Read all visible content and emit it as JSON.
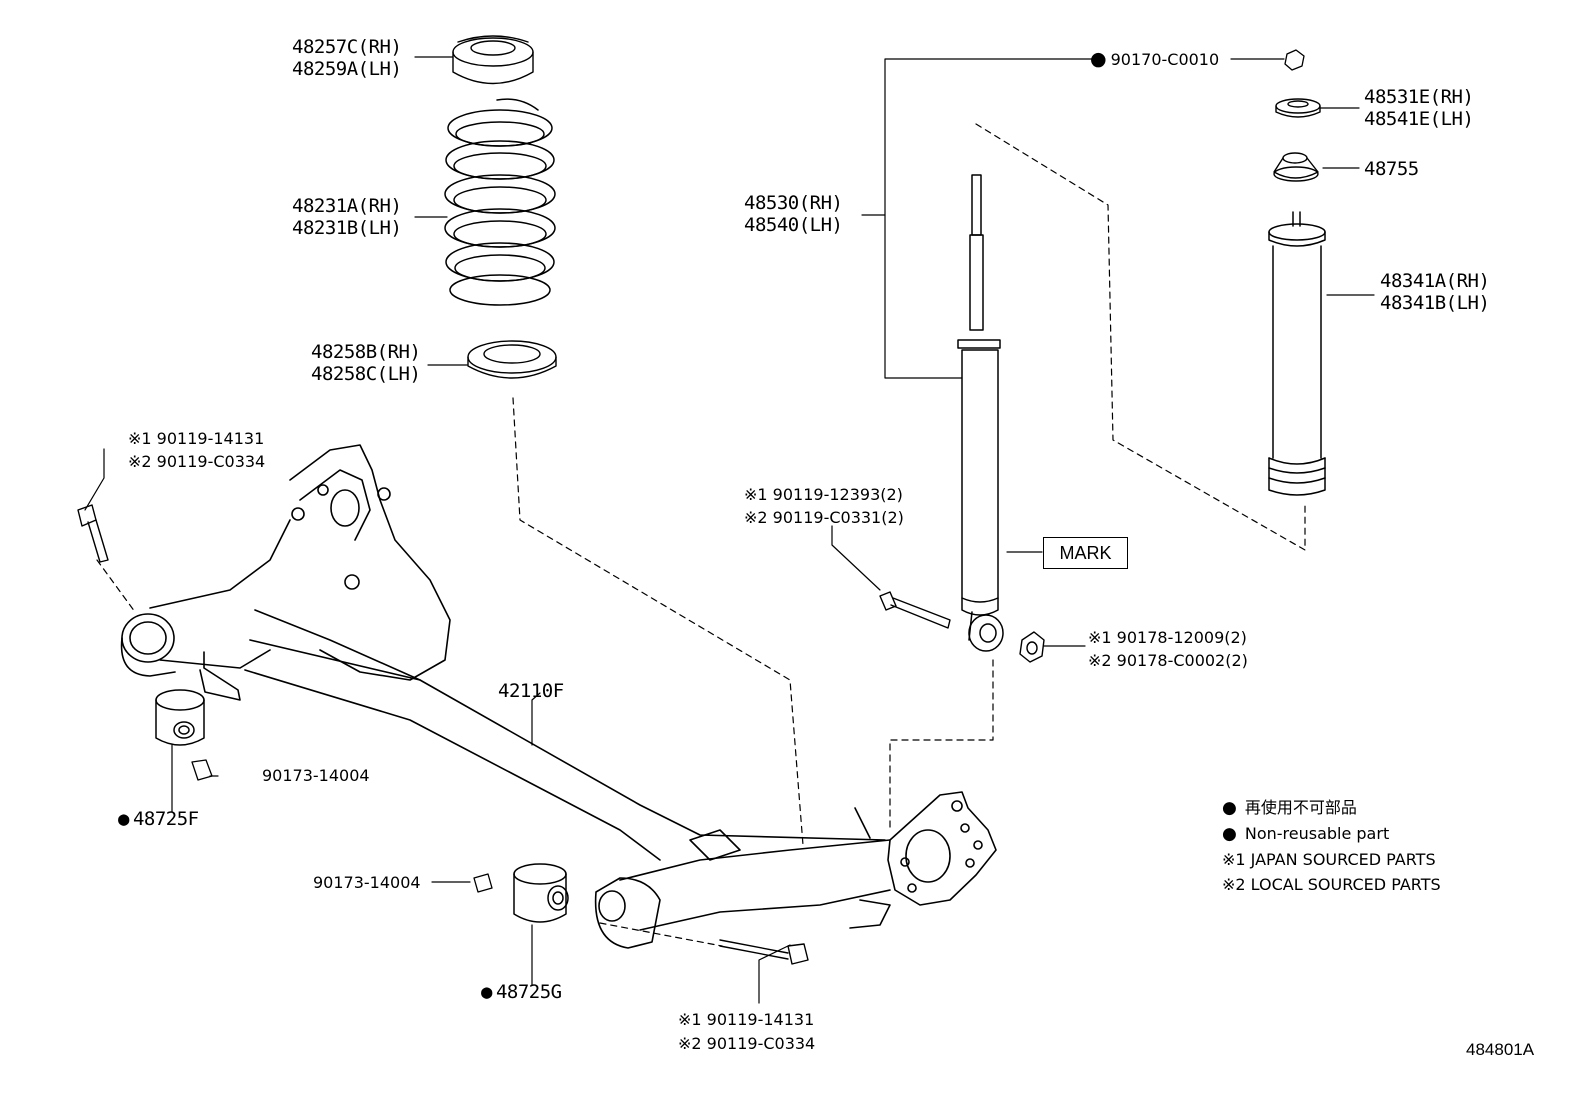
{
  "labels": {
    "spring_seat_upper": [
      "48257C(RH)",
      "48259A(LH)"
    ],
    "coil_spring": [
      "48231A(RH)",
      "48231B(LH)"
    ],
    "spring_seat_lower": [
      "48258B(RH)",
      "48258C(LH)"
    ],
    "beam_bolt_left": [
      "※1 90119-14131",
      "※2 90119-C0334"
    ],
    "axle_beam": "42110F",
    "nut_90173_upper": "90173-14004",
    "bush_48725F": "48725F",
    "nut_90173_lower": "90173-14004",
    "bush_48725G": "48725G",
    "beam_bolt_bottom": [
      "※1 90119-14131",
      "※2 90119-C0334"
    ],
    "nut_90170": "90170-C0010",
    "absorber": [
      "48530(RH)",
      "48540(LH)"
    ],
    "absorber_bolt": [
      "※1 90119-12393(2)",
      "※2 90119-C0331(2)"
    ],
    "mark": "MARK",
    "absorber_nut": [
      "※1 90178-12009(2)",
      "※2 90178-C0002(2)"
    ],
    "retainer_48531": [
      "48531E(RH)",
      "48541E(LH)"
    ],
    "cushion_48755": "48755",
    "bumper_48341": [
      "48341A(RH)",
      "48341B(LH)"
    ]
  },
  "legend": {
    "non_reusable_jp": "再使用不可部品",
    "non_reusable_en": "Non-reusable part",
    "japan_sourced": "※1 JAPAN SOURCED PARTS",
    "local_sourced": "※2 LOCAL SOURCED PARTS"
  },
  "figure_id": "484801A",
  "non_reusable_marker": "●"
}
